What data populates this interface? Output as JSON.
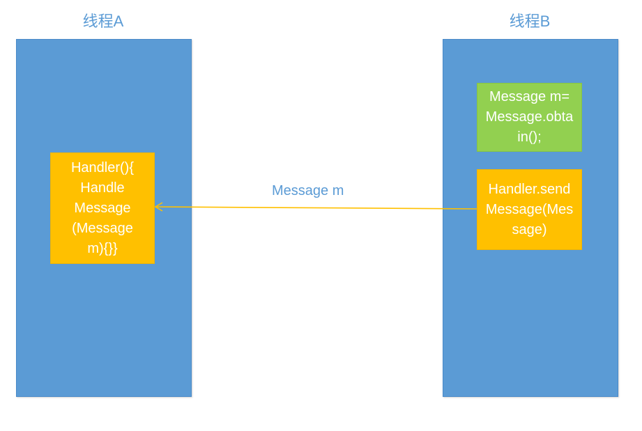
{
  "thread_a": {
    "title": "线程A",
    "handler_box": "Handler(){\nHandle\nMessage\n(Message\nm){}}"
  },
  "thread_b": {
    "title": "线程B",
    "message_box": "Message m=\nMessage.obta\nin();",
    "send_box": "Handler.send\nMessage(Mes\nsage)"
  },
  "arrow": {
    "label": "Message m"
  },
  "colors": {
    "panel": "#5b9bd5",
    "orange_box": "#ffc000",
    "green_box": "#92d050",
    "arrow": "#ffc000",
    "title_text": "#5b9bd5"
  }
}
